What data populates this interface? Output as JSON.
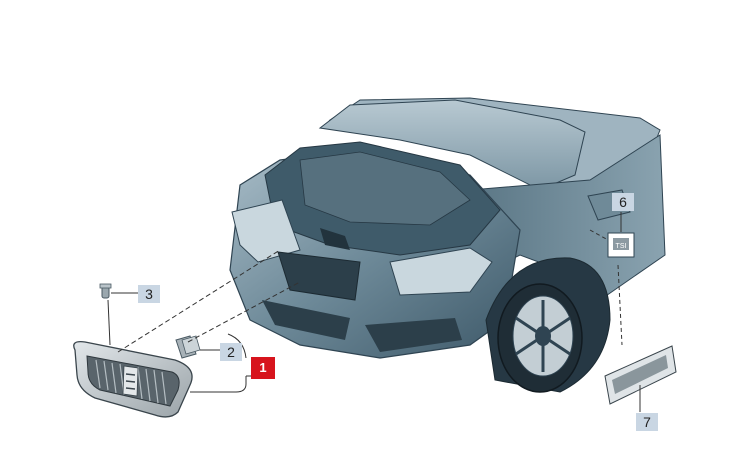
{
  "callouts": {
    "c1": "1",
    "c2": "2",
    "c3": "3",
    "c6": "6",
    "c7": "7"
  },
  "colors": {
    "body_dark": "#3d5868",
    "body_mid": "#6d8998",
    "body_light": "#a9bdc8",
    "highlight": "#d7141d",
    "callout_bg": "#c9d6e3"
  },
  "icons": {
    "badge_logo": "seat-s-logo",
    "trim_badge": "tsi-badge",
    "rear_emblem": "cupra-emblem"
  }
}
